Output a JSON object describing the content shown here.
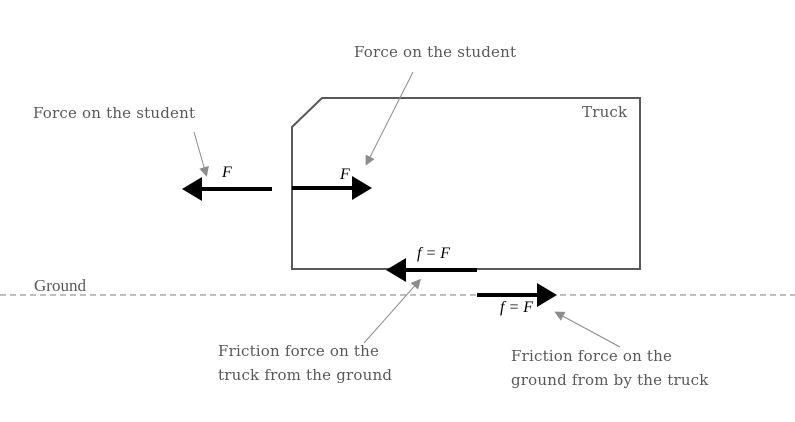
{
  "diagram": {
    "title": "Forces between student, truck and ground",
    "labels": {
      "student_force_left": "Force on the student",
      "student_force_top": "Force on the student",
      "truck": "Truck",
      "ground": "Ground",
      "friction_truck_line1": "Friction force on the",
      "friction_truck_line2": "truck from the ground",
      "friction_ground_line1": "Friction force on the",
      "friction_ground_line2": "ground from by the truck"
    },
    "forces": [
      {
        "id": "force-on-student-left",
        "symbol": "F",
        "direction": "left"
      },
      {
        "id": "force-on-truck-right",
        "symbol": "F",
        "direction": "right"
      },
      {
        "id": "friction-on-truck",
        "symbol": "f = F",
        "direction": "left"
      },
      {
        "id": "friction-on-ground",
        "symbol": "f = F",
        "direction": "right"
      }
    ],
    "colors": {
      "arrow": "#000000",
      "outline": "#595959",
      "pointer": "#8c8c8c",
      "ground_line": "#7f7f7f"
    }
  }
}
